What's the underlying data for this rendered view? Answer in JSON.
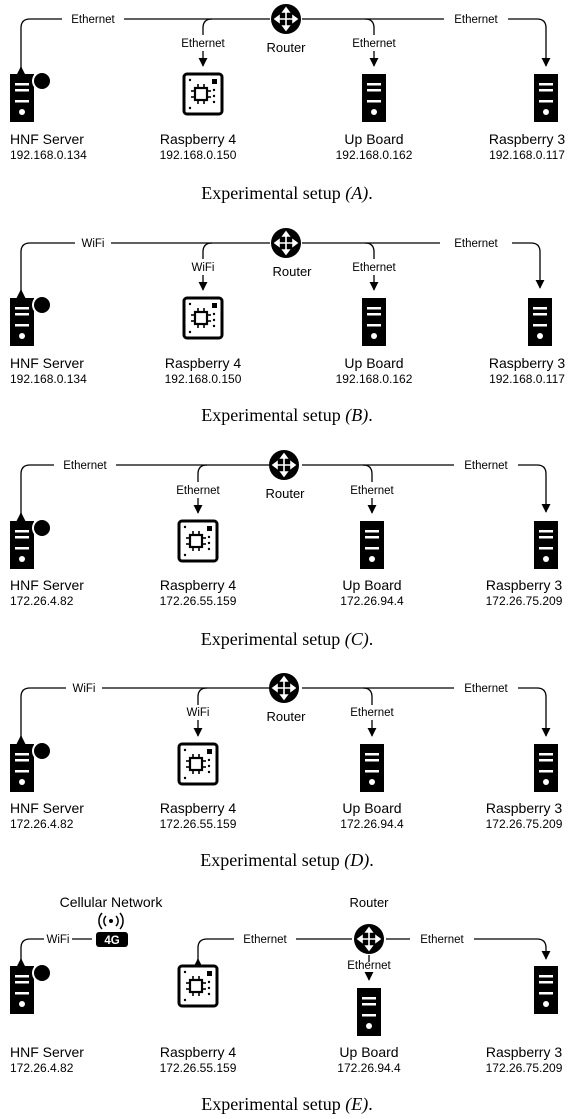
{
  "setups": [
    {
      "caption_prefix": "Experimental setup ",
      "caption_letter": "(A)",
      "caption_suffix": ".",
      "router_label": "Router",
      "links": {
        "server": "Ethernet",
        "rpi4": "Ethernet",
        "upboard": "Ethernet",
        "rpi3": "Ethernet"
      },
      "nodes": {
        "server": {
          "name": "HNF Server",
          "ip": "192.168.0.134"
        },
        "rpi4": {
          "name": "Raspberry 4",
          "ip": "192.168.0.150"
        },
        "upboard": {
          "name": "Up Board",
          "ip": "192.168.0.162"
        },
        "rpi3": {
          "name": "Raspberry 3",
          "ip": "192.168.0.117"
        }
      }
    },
    {
      "caption_prefix": "Experimental setup ",
      "caption_letter": "(B)",
      "caption_suffix": ".",
      "router_label": "Router",
      "links": {
        "server": "WiFi",
        "rpi4": "WiFi",
        "upboard": "Ethernet",
        "rpi3": "Ethernet"
      },
      "nodes": {
        "server": {
          "name": "HNF Server",
          "ip": "192.168.0.134"
        },
        "rpi4": {
          "name": "Raspberry 4",
          "ip": "192.168.0.150"
        },
        "upboard": {
          "name": "Up Board",
          "ip": "192.168.0.162"
        },
        "rpi3": {
          "name": "Raspberry 3",
          "ip": "192.168.0.117"
        }
      }
    },
    {
      "caption_prefix": "Experimental setup ",
      "caption_letter": "(C)",
      "caption_suffix": ".",
      "router_label": "Router",
      "links": {
        "server": "Ethernet",
        "rpi4": "Ethernet",
        "upboard": "Ethernet",
        "rpi3": "Ethernet"
      },
      "nodes": {
        "server": {
          "name": "HNF Server",
          "ip": "172.26.4.82"
        },
        "rpi4": {
          "name": "Raspberry 4",
          "ip": "172.26.55.159"
        },
        "upboard": {
          "name": "Up Board",
          "ip": "172.26.94.4"
        },
        "rpi3": {
          "name": "Raspberry 3",
          "ip": "172.26.75.209"
        }
      }
    },
    {
      "caption_prefix": "Experimental setup ",
      "caption_letter": "(D)",
      "caption_suffix": ".",
      "router_label": "Router",
      "links": {
        "server": "WiFi",
        "rpi4": "WiFi",
        "upboard": "Ethernet",
        "rpi3": "Ethernet"
      },
      "nodes": {
        "server": {
          "name": "HNF Server",
          "ip": "172.26.4.82"
        },
        "rpi4": {
          "name": "Raspberry 4",
          "ip": "172.26.55.159"
        },
        "upboard": {
          "name": "Up Board",
          "ip": "172.26.94.4"
        },
        "rpi3": {
          "name": "Raspberry 3",
          "ip": "172.26.75.209"
        }
      }
    },
    {
      "caption_prefix": "Experimental setup ",
      "caption_letter": "(E)",
      "caption_suffix": ".",
      "router_label": "Router",
      "cellular_label": "Cellular Network",
      "cellular_badge": "4G",
      "links": {
        "server": "WiFi",
        "rpi4": "Ethernet",
        "upboard": "Ethernet",
        "rpi3": "Ethernet"
      },
      "nodes": {
        "server": {
          "name": "HNF Server",
          "ip": "172.26.4.82"
        },
        "rpi4": {
          "name": "Raspberry 4",
          "ip": "172.26.55.159"
        },
        "upboard": {
          "name": "Up Board",
          "ip": "172.26.94.4"
        },
        "rpi3": {
          "name": "Raspberry 3",
          "ip": "172.26.75.209"
        }
      }
    }
  ]
}
